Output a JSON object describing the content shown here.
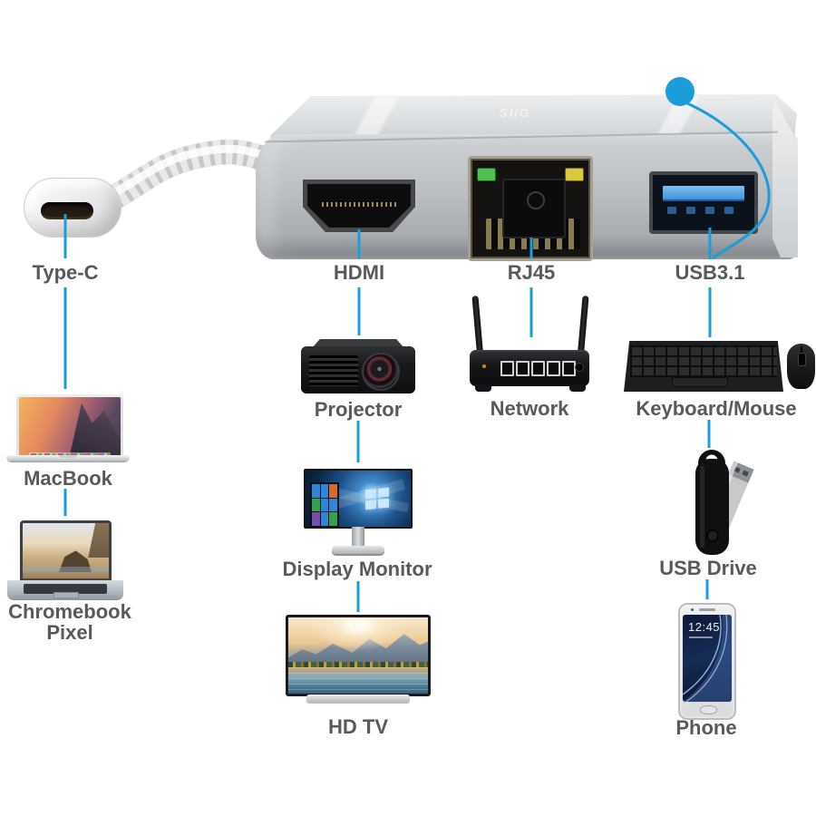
{
  "colors": {
    "accent": "#1b9dd9",
    "label": "#58595b"
  },
  "hub": {
    "brand": "SIIG"
  },
  "ports": {
    "type_c": "Type-C",
    "hdmi": "HDMI",
    "rj45": "RJ45",
    "usb31": "USB3.1"
  },
  "devices": {
    "macbook": "MacBook",
    "chromebook": "Chromebook Pixel",
    "projector": "Projector",
    "display_monitor": "Display Monitor",
    "hdtv": "HD TV",
    "network": "Network",
    "keyboard_mouse": "Keyboard/Mouse",
    "usb_drive": "USB Drive",
    "phone": "Phone"
  },
  "phone_screen": {
    "time": "12:45"
  }
}
